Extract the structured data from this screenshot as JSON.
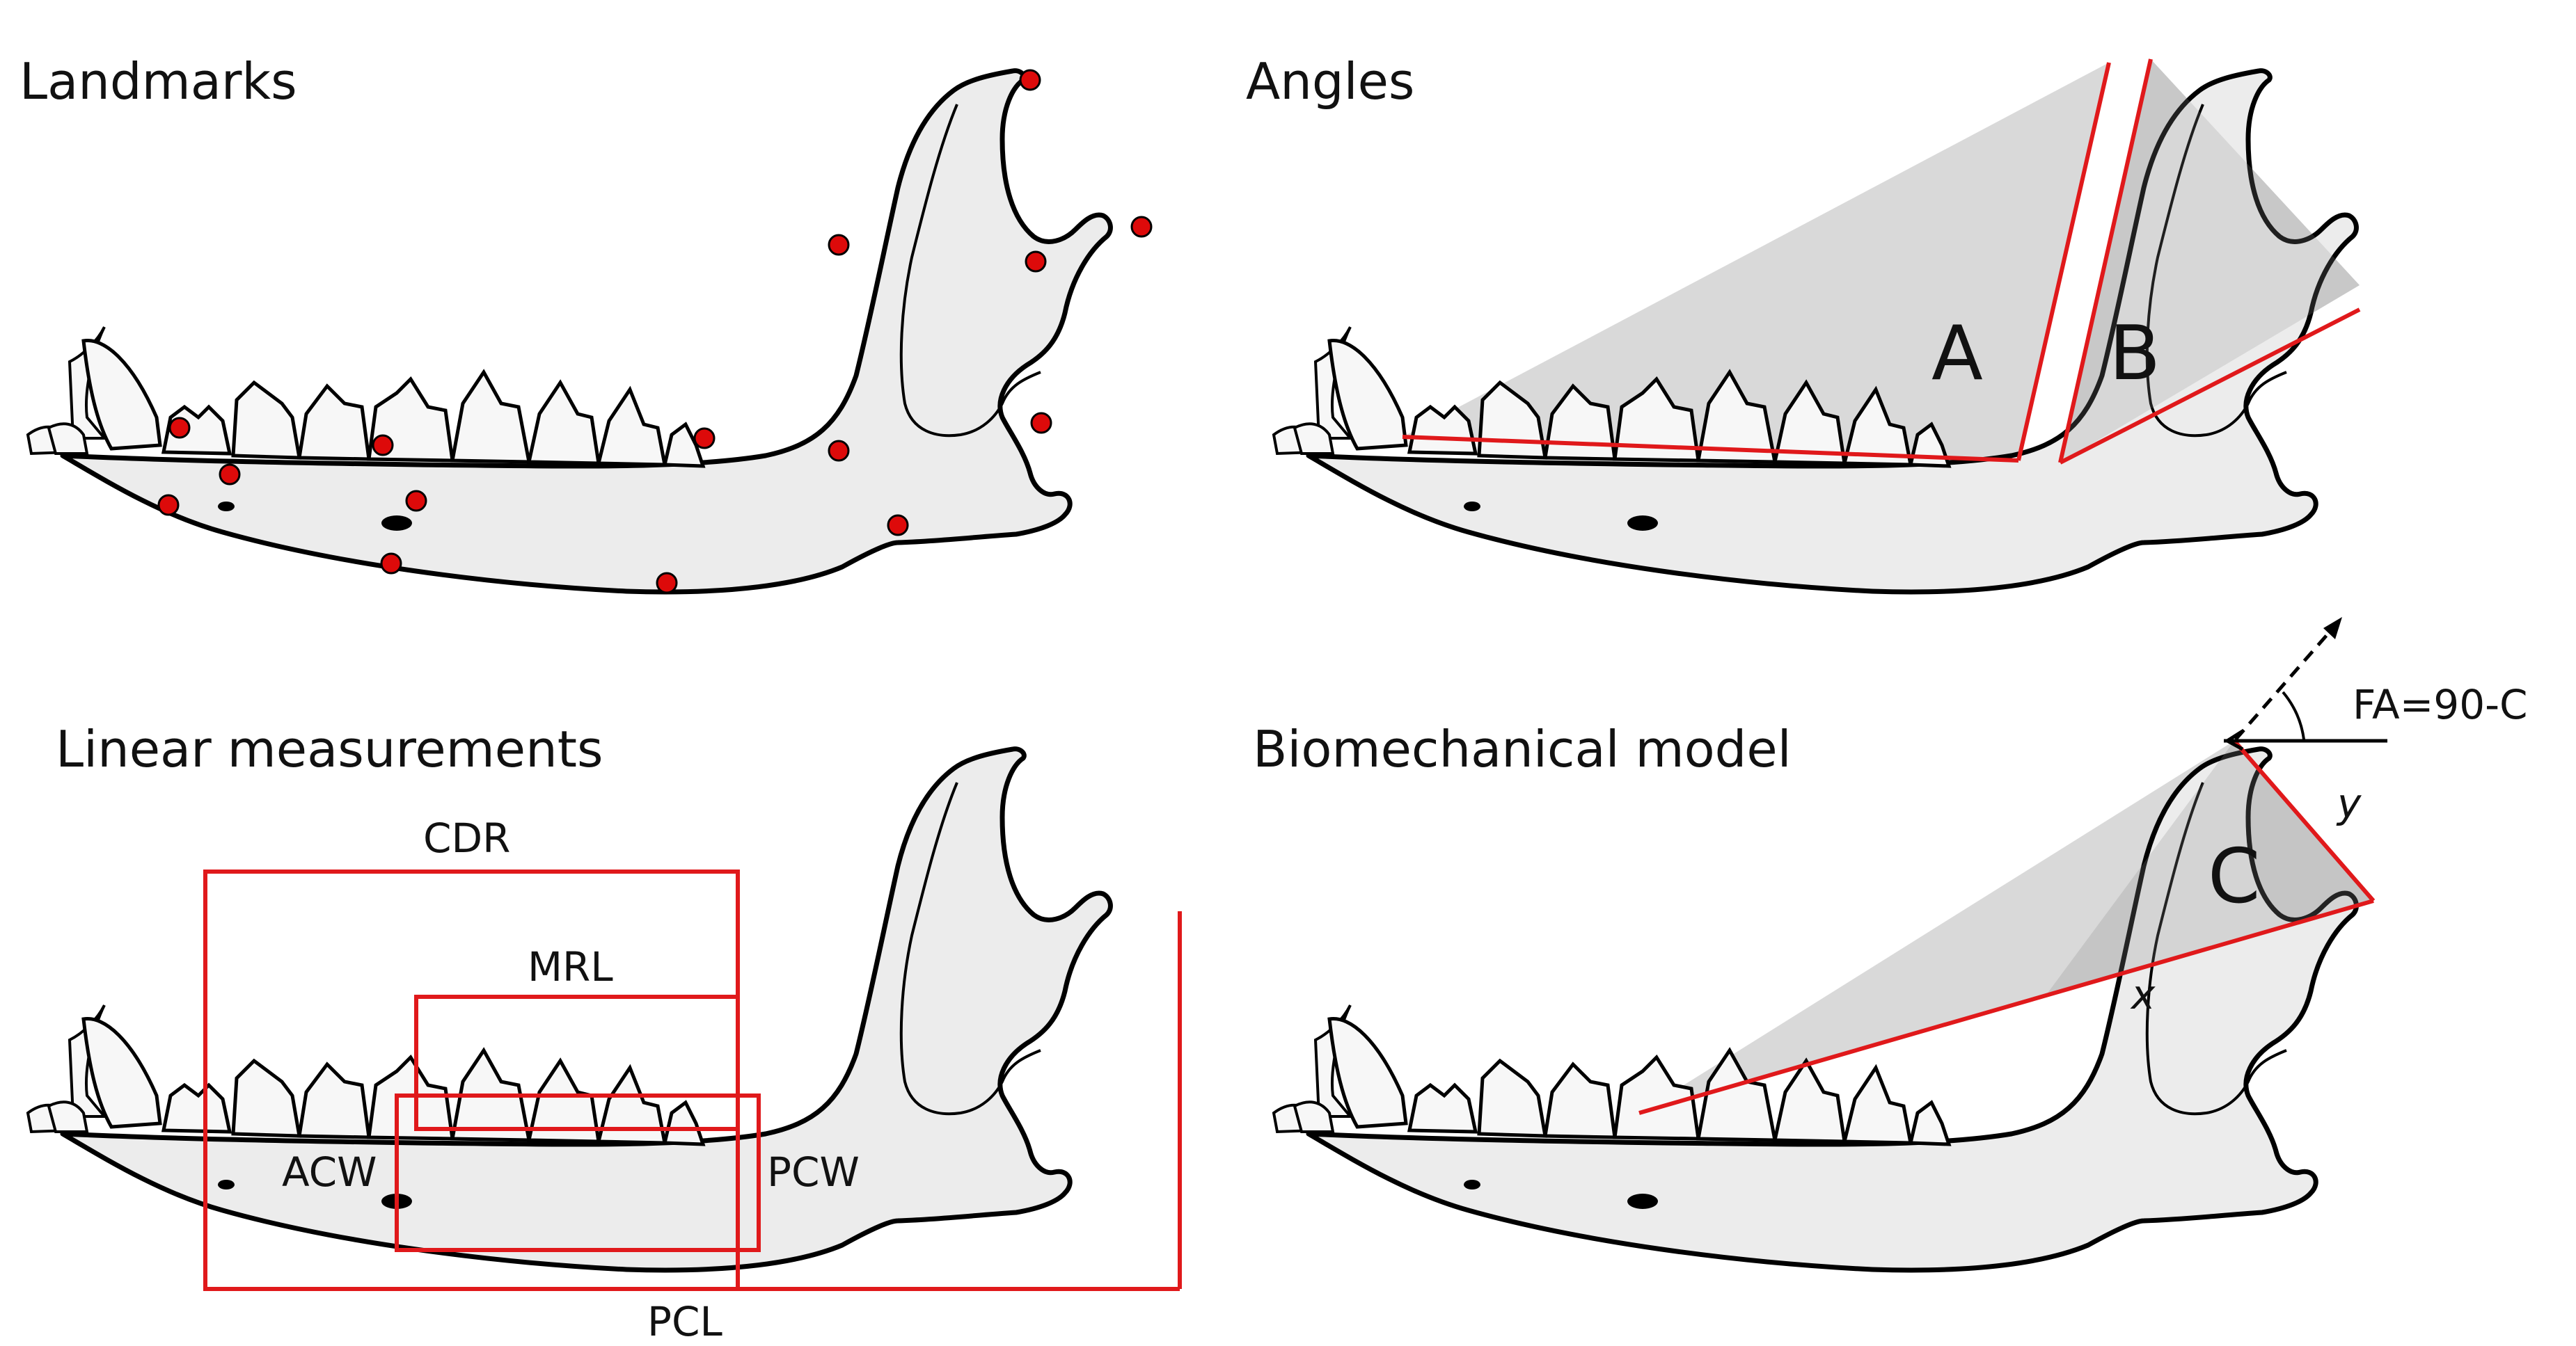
{
  "panels": {
    "landmarks": {
      "title": "Landmarks"
    },
    "angles": {
      "title": "Angles",
      "labels": {
        "a": "A",
        "b": "B"
      }
    },
    "linear": {
      "title": "Linear measurements",
      "labels": {
        "cdr": "CDR",
        "mrl": "MRL",
        "acw": "ACW",
        "pcw": "PCW",
        "pcl": "PCL"
      }
    },
    "biomech": {
      "title": "Biomechanical model",
      "labels": {
        "fa": "FA=90-C",
        "c": "C",
        "x": "x",
        "y": "y"
      }
    }
  },
  "colors": {
    "bone": "#ececec",
    "outline": "#000000",
    "measure": "#e0191b",
    "landmark": "#dd0a0a",
    "tooth": "#f7f7f7",
    "shade": "#8c8c8c"
  },
  "icons": {
    "landmark": "red-dot-icon",
    "force_arrow": "dashed-arrow-icon"
  }
}
